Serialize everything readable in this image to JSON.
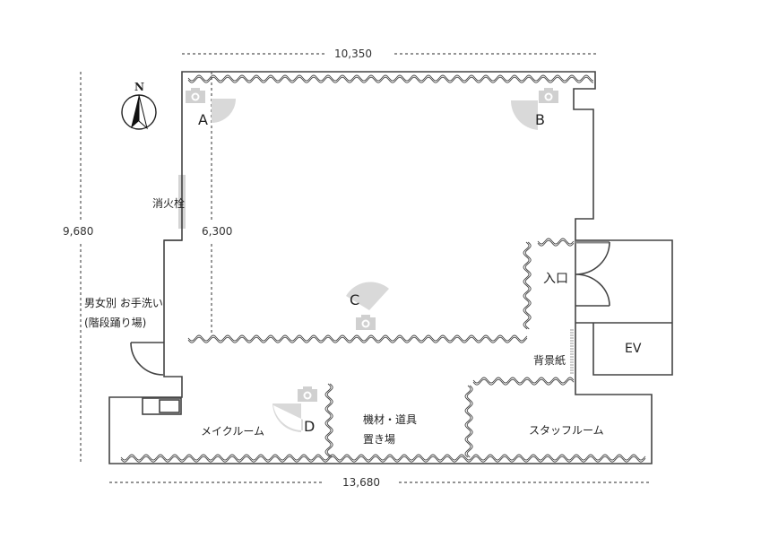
{
  "title": "Studio floor plan",
  "dimensions": {
    "top": "10,350",
    "left": "9,680",
    "inner": "6,300",
    "bottom": "13,680"
  },
  "compass": {
    "label": "N"
  },
  "camera_spots": [
    "A",
    "B",
    "C",
    "D"
  ],
  "rooms": {
    "hydrant": "消火栓",
    "restroom_line1": "男女別 お手洗い",
    "restroom_line2": "(階段踊り場)",
    "entrance": "入口",
    "backdrop": "背景紙",
    "elevator": "EV",
    "makeup": "メイクルーム",
    "storage_line1": "機材・道具",
    "storage_line2": "置き場",
    "staff": "スタッフルーム"
  }
}
